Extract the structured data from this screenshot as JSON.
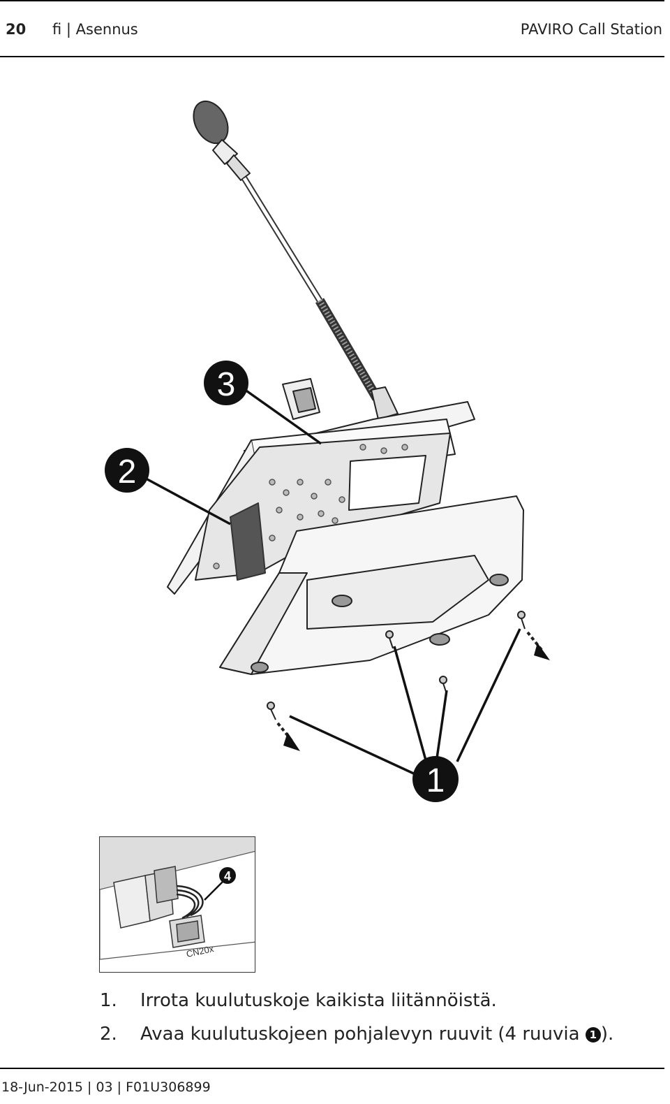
{
  "header": {
    "page_number": "20",
    "section": "fi | Asennus",
    "product": "PAVIRO Call Station"
  },
  "callouts": [
    "1",
    "2",
    "3",
    "4"
  ],
  "inset": {
    "connector_label": "CN20x"
  },
  "steps": [
    {
      "number": "1.",
      "text": "Irrota kuulutuskoje kaikista liitännöistä."
    },
    {
      "number": "2.",
      "text_before": "Avaa kuulutuskojeen pohjalevyn ruuvit (4 ruuvia ",
      "ref": "1",
      "text_after": ")."
    }
  ],
  "footer": {
    "text": "18-Jun-2015 | 03 | F01U306899"
  }
}
